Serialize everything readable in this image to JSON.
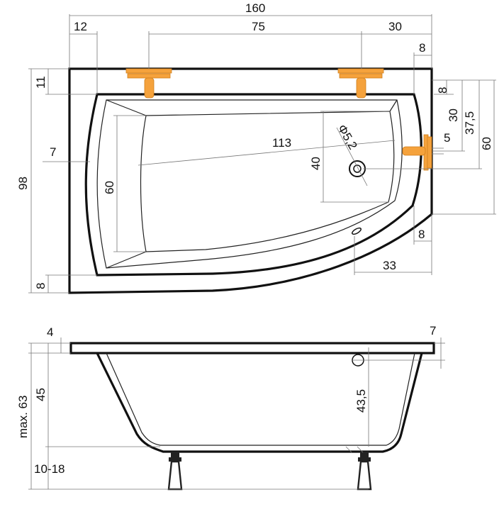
{
  "top_view": {
    "dim_overall_length": "160",
    "dim_left_offset": "12",
    "dim_tap_spacing": "75",
    "dim_right_offset": "30",
    "dim_rim_right_top": "8",
    "dim_rim_top_left": "11",
    "dim_overall_width": "98",
    "dim_rim_left": "7",
    "dim_inner_width_left": "60",
    "dim_diagonal": "113",
    "dim_drain_diameter": "Φ5,2",
    "dim_drain_height": "40",
    "dim_rim_right_side_top": "8",
    "dim_tap_to_drain_vertical": "30",
    "dim_tap_side_height": "37,5",
    "dim_right_side_height": "60",
    "dim_side_tap_offset": "5",
    "dim_rim_right_bottom": "8",
    "dim_bottom_right_curve": "33",
    "dim_rim_bottom_left": "8"
  },
  "side_view": {
    "dim_rim_thickness_left": "4",
    "dim_rim_thickness_right": "7",
    "dim_max_height": "max. 63",
    "dim_tub_height": "45",
    "dim_inner_depth": "43,5",
    "dim_leg_height": "10-18"
  },
  "colors": {
    "tap": "#f5a23c",
    "outline": "#111111",
    "dimension_line": "#777777"
  }
}
